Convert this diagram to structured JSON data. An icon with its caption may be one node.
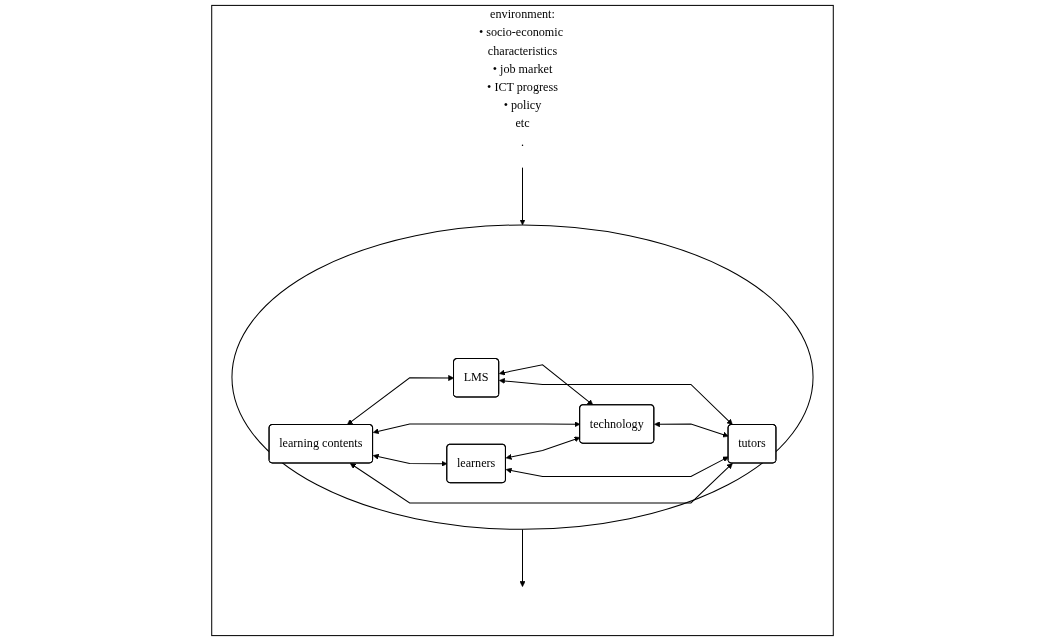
{
  "diagram": {
    "nodes": [
      {
        "text": [
          "environment:",
          "• socio-economic characteristics",
          "• job market",
          "• ICT progress",
          "• policy",
          "etc",
          "."
        ]
      },
      {
        "text": [],
        "shape": "ellipse",
        "in": 0
      },
      {
        "text": [
          "learning contents"
        ],
        "in": 1
      },
      {
        "text": [
          "LMS"
        ],
        "in": 1
      },
      {
        "text": [
          "learners"
        ],
        "in": 1
      },
      {
        "text": [
          "technology"
        ],
        "in": 1
      },
      {
        "text": [
          "tutors"
        ],
        "in": 1
      }
    ],
    "edges": [
      {
        "from": null,
        "to": 1,
        "arrow": "to"
      },
      {
        "from": 1,
        "to": null,
        "arrow": "to"
      },
      {
        "from": 2,
        "to": 3,
        "arrow": "both"
      },
      {
        "from": 2,
        "to": 5,
        "arrow": "both"
      },
      {
        "from": 3,
        "to": 5,
        "arrow": "both"
      },
      {
        "from": 2,
        "to": 4,
        "arrow": "both"
      },
      {
        "from": 2,
        "to": 6,
        "arrow": "both"
      },
      {
        "from": 3,
        "to": 6,
        "arrow": "both"
      },
      {
        "from": 4,
        "to": 5,
        "arrow": "both"
      },
      {
        "from": 4,
        "to": 6,
        "arrow": "both"
      },
      {
        "from": 5,
        "to": 6,
        "arrow": "both"
      }
    ]
  }
}
